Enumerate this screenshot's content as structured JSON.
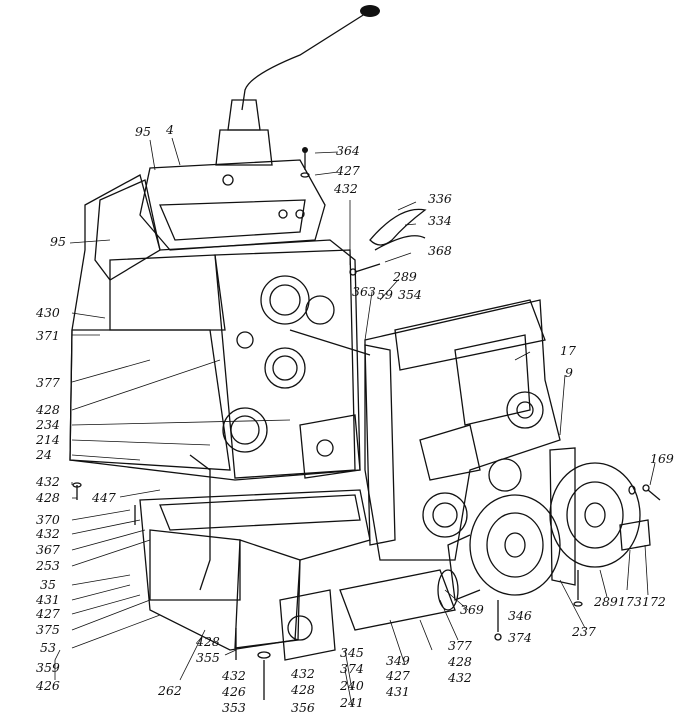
{
  "callouts": {
    "c95a": "95",
    "c4": "4",
    "c364": "364",
    "c427a": "427",
    "c432a": "432",
    "c336": "336",
    "c334": "334",
    "c368": "368",
    "c95b": "95",
    "c289a": "289",
    "c363": "363",
    "c59": "59",
    "c354": "354",
    "c430": "430",
    "c371": "371",
    "c17": "17",
    "c377a": "377",
    "c9": "9",
    "c428a": "428",
    "c234": "234",
    "c214": "214",
    "c24": "24",
    "c169": "169",
    "c432b": "432",
    "c428b": "428",
    "c447": "447",
    "c370": "370",
    "c432c": "432",
    "c367": "367",
    "c253": "253",
    "c35": "35",
    "c431a": "431",
    "c427b": "427",
    "c375": "375",
    "c53": "53",
    "c359": "359",
    "c426a": "426",
    "c428c": "428",
    "c355": "355",
    "c262": "262",
    "c432d": "432",
    "c426b": "426",
    "c353": "353",
    "c432e": "432",
    "c428d": "428",
    "c356": "356",
    "c345": "345",
    "c374a": "374",
    "c240": "240",
    "c241": "241",
    "c349": "349",
    "c427c": "427",
    "c431b": "431",
    "c377b": "377",
    "c428e": "428",
    "c432f": "432",
    "c369": "369",
    "c346": "346",
    "c374b": "374",
    "c237": "237",
    "c289b": "289",
    "c173": "173",
    "c172": "172"
  }
}
